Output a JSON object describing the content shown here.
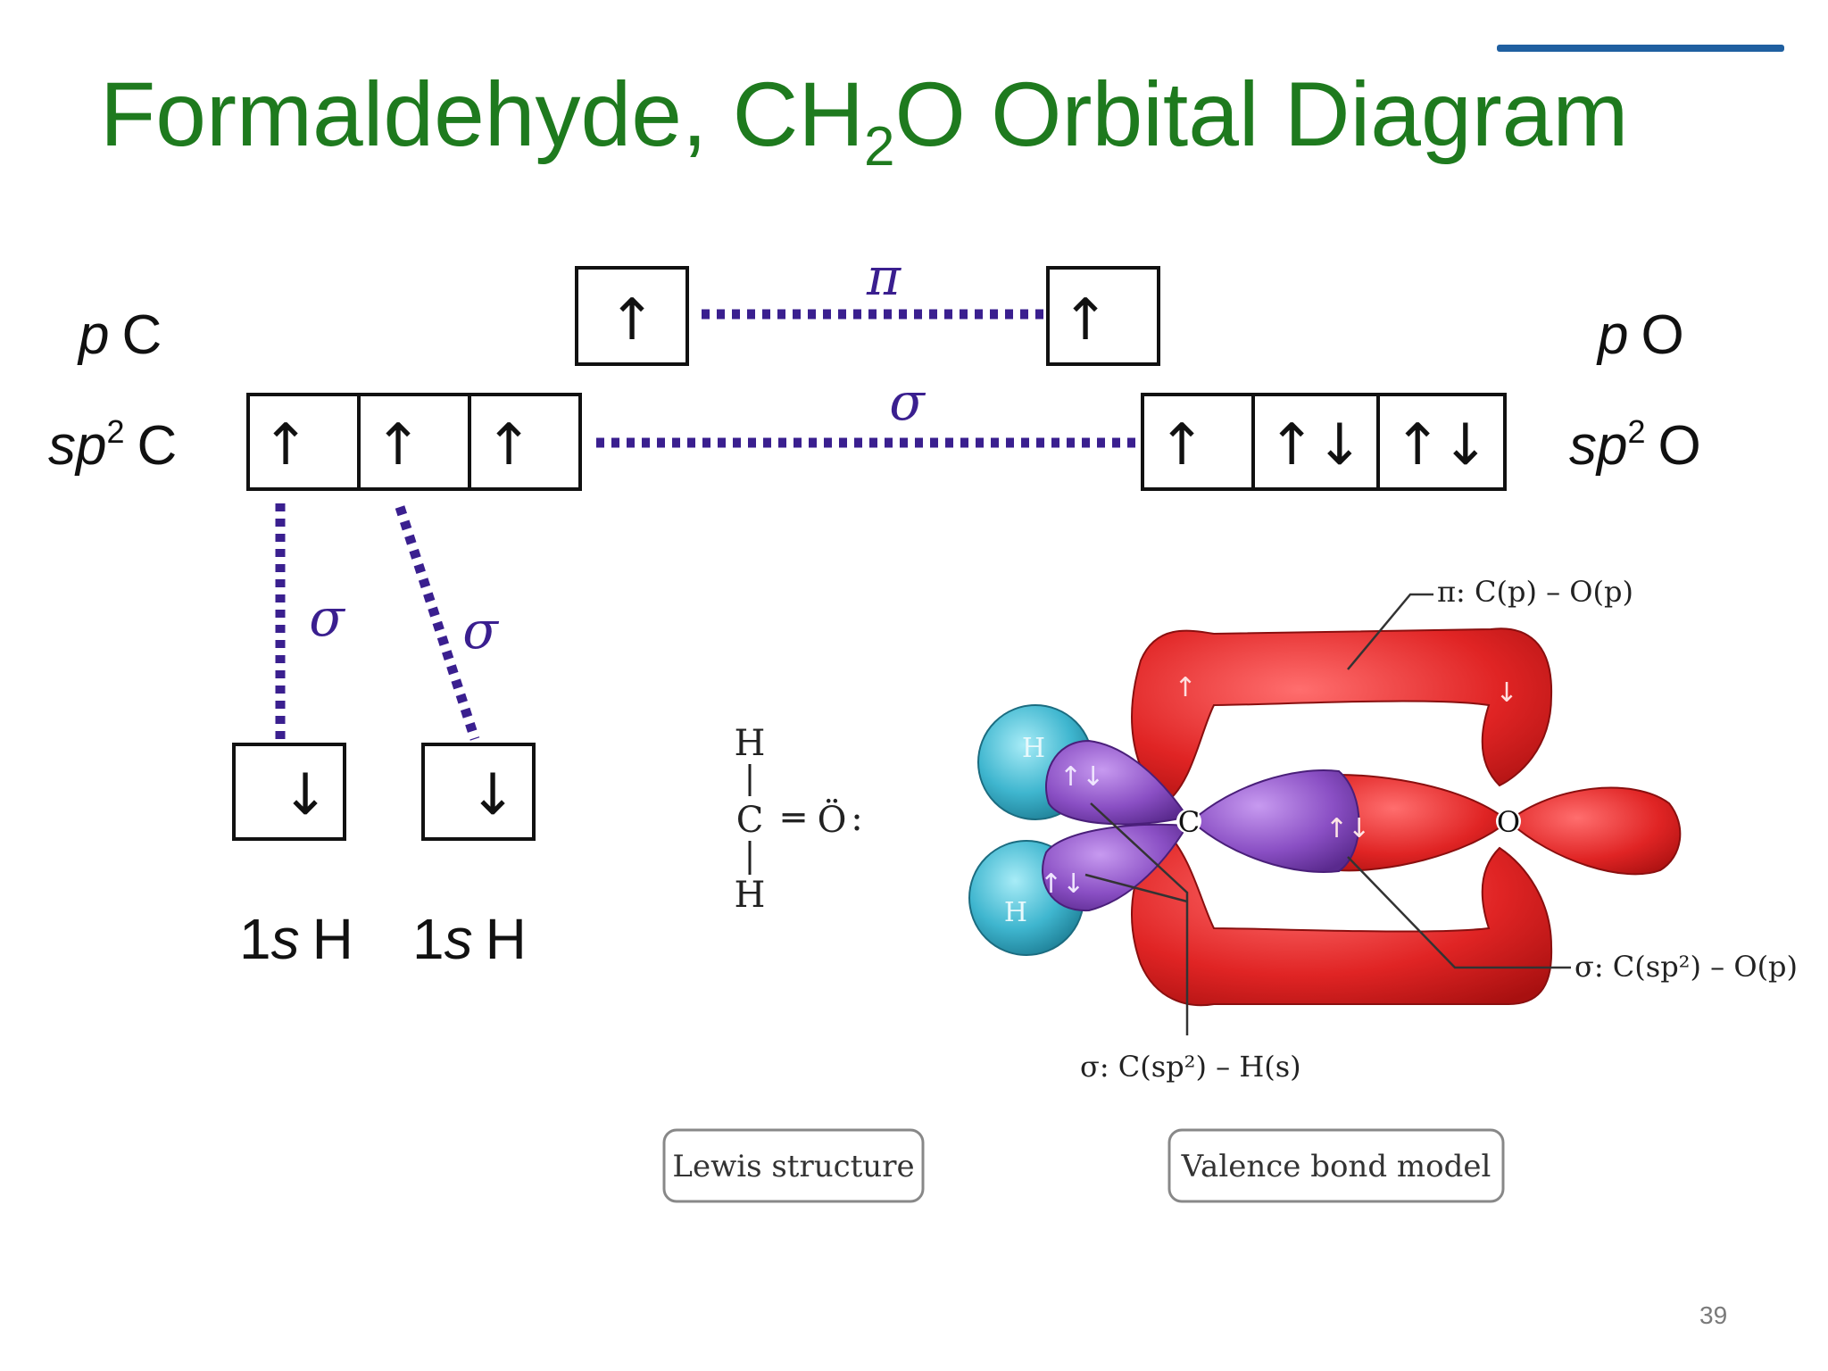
{
  "title": {
    "main": "Formaldehyde, CH",
    "subscript": "2",
    "suffix": "O Orbital Diagram"
  },
  "labels": {
    "p_carbon": "C",
    "p_carbon_prefix": "p",
    "sp2_carbon_prefix": "sp",
    "sp2_carbon_sup": "2",
    "sp2_carbon": "C",
    "p_oxygen_prefix": "p",
    "p_oxygen": "O",
    "sp2_oxygen_prefix": "sp",
    "sp2_oxygen_sup": "2",
    "sp2_oxygen": "O",
    "h1_num": "1",
    "h1_s": "s",
    "h1_atom": "H",
    "h2_num": "1",
    "h2_s": "s",
    "h2_atom": "H"
  },
  "bonds": {
    "pi": "π",
    "sigma_co": "σ",
    "sigma_ch1": "σ",
    "sigma_ch2": "σ"
  },
  "boxes": {
    "p_c": "↑",
    "p_o": "↑",
    "sp2_c": [
      "↑",
      "↑",
      "↑"
    ],
    "sp2_o": [
      "↑",
      "↑↓",
      "↑↓"
    ],
    "h1": "↓",
    "h2": "↓"
  },
  "lewis": {
    "top_h": "H",
    "carbon": "C",
    "double_bond": "═",
    "oxygen": "Ö",
    "colon": ":",
    "bottom_h": "H"
  },
  "vb_model": {
    "atom_c": "C",
    "atom_o": "O",
    "atom_h1": "H",
    "atom_h2": "H",
    "pi_callout": "π: C(p) – O(p)",
    "sigma_co_callout": "σ: C(sp²) – O(p)",
    "sigma_ch_callout": "σ: C(sp²) – H(s)",
    "pair_arrows": "↑↓",
    "up_arrow": "↑",
    "down_arrow": "↓"
  },
  "captions": {
    "lewis": "Lewis structure",
    "vb": "Valence bond model"
  },
  "slide_number": "39",
  "colors": {
    "title": "#1e7a1e",
    "bond_dots": "#3a1f8f",
    "red_orbital": "#e02424",
    "purple_orbital": "#8a4fc4",
    "cyan_orbital": "#3fb6cf",
    "accent_bar": "#1f5fa0"
  }
}
